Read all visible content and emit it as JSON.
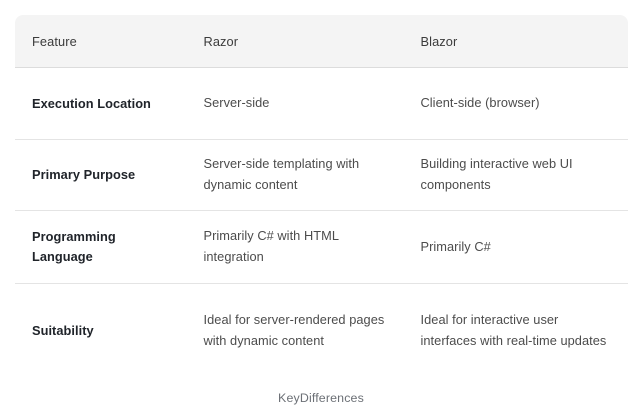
{
  "table": {
    "caption": "KeyDifferences",
    "columns": [
      "Feature",
      "Razor",
      "Blazor"
    ],
    "rows": [
      {
        "feature": "Execution Location",
        "razor": "Server-side",
        "blazor": "Client-side (browser)"
      },
      {
        "feature": "Primary Purpose",
        "razor": "Server-side templating with dynamic content",
        "blazor": "Building interactive web UI components"
      },
      {
        "feature": "Programming Language",
        "razor": "Primarily C# with HTML integration",
        "blazor": "Primarily C#"
      },
      {
        "feature": "Suitability",
        "razor": "Ideal for server-rendered pages with dynamic content",
        "blazor": "Ideal for interactive user interfaces with real-time updates"
      }
    ]
  },
  "colors": {
    "header_background": "#f4f4f4",
    "border": "#dcdcdc",
    "row_divider": "#e4e4e4",
    "feature_text": "#20242a",
    "value_text": "#4c4c4c",
    "header_text": "#3b3b3b",
    "caption_text": "#6c7076",
    "page_background": "#ffffff"
  }
}
